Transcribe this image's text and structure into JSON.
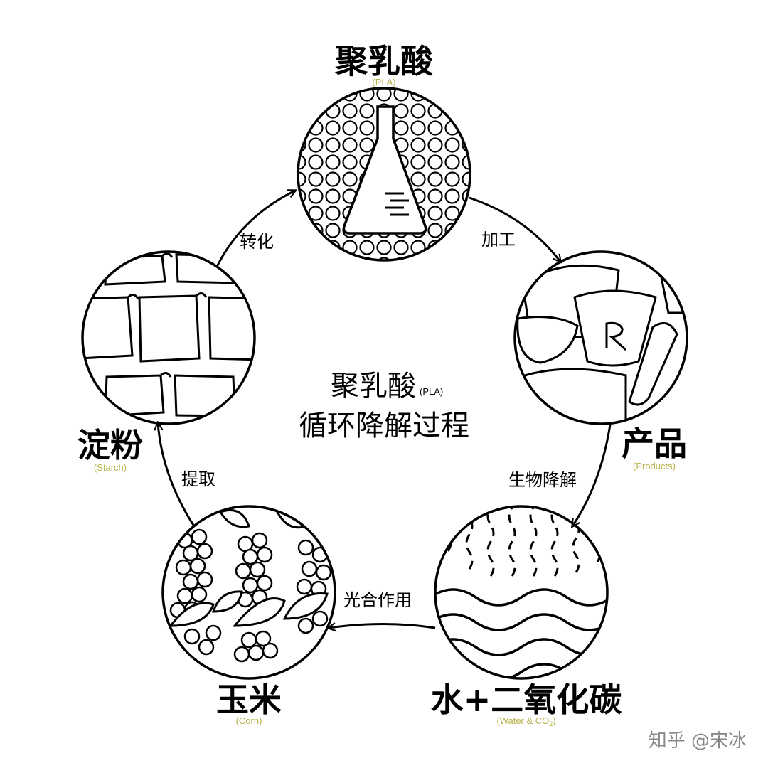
{
  "nodes": {
    "pla": {
      "name": "聚乳酸",
      "en": "(PLA)"
    },
    "products": {
      "name": "产品",
      "en": "(Products)"
    },
    "water_co2": {
      "name": "水+二氧化碳",
      "en": "(Water & CO",
      "en_sub": "2",
      "en_end": ")"
    },
    "corn": {
      "name": "玉米",
      "en": "(Corn)"
    },
    "starch": {
      "name": "淀粉",
      "en": "(Starch)"
    }
  },
  "arrows": {
    "pla_to_products": "加工",
    "products_to_water": "生物降解",
    "water_to_corn": "光合作用",
    "corn_to_starch": "提取",
    "starch_to_pla": "转化"
  },
  "center": {
    "line1": "聚乳酸",
    "line1_small": "(PLA)",
    "line2": "循环降解过程"
  },
  "watermark": "知乎 @宋冰",
  "product_logo": "R",
  "colors": {
    "accent": "#b8b24a",
    "ink": "#000000"
  }
}
